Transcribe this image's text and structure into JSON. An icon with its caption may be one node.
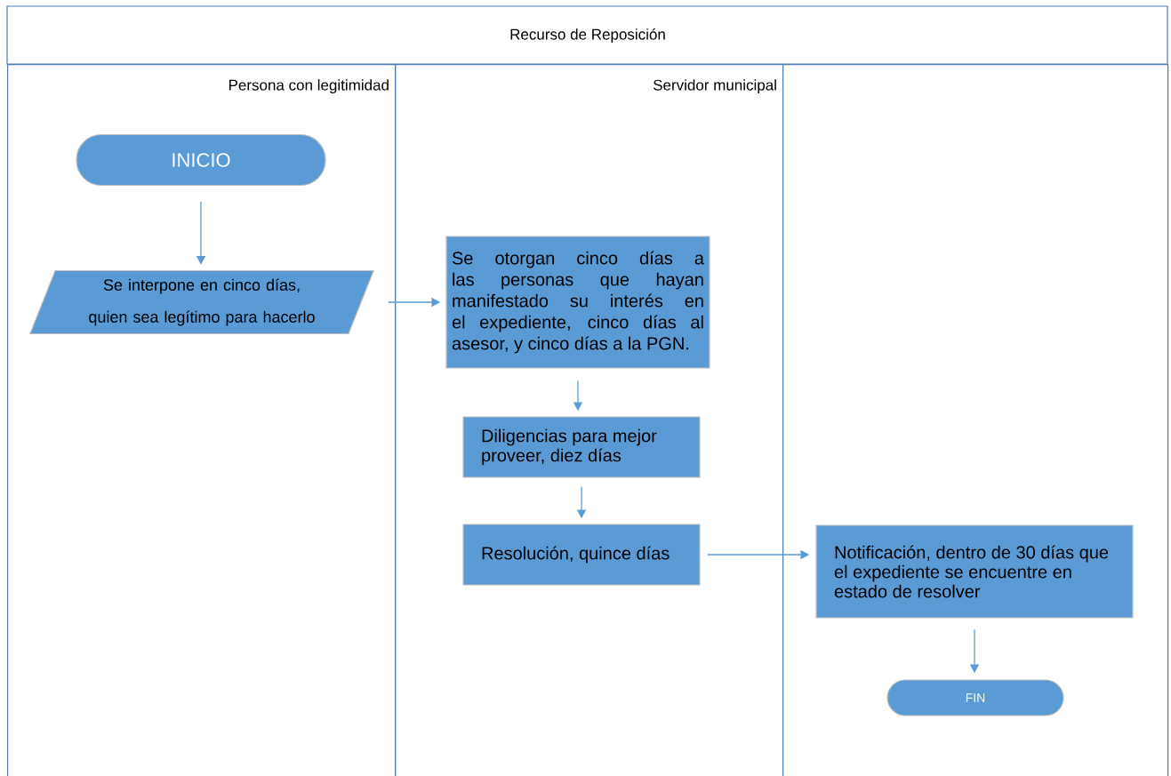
{
  "diagram": {
    "title": "Recurso de Reposición",
    "nodes": [
      {
        "text": [
          "Persona con legitimidad"
        ]
      },
      {
        "text": [
          "INICIO"
        ],
        "in": 0
      },
      {
        "text": [
          "Se interpone en cinco días, quien sea legítimo para hacerlo"
        ],
        "in": 0
      },
      {
        "text": [
          "Servidor municipal"
        ]
      },
      {
        "text": [
          "Se otorgan cinco días a las personas que hayan manifestado su interés en el expediente, cinco días al asesor, y cinco días a la PGN."
        ],
        "in": 3
      },
      {
        "text": [
          "Diligencias para mejor proveer, diez días"
        ],
        "in": 3
      },
      {
        "text": [
          "Resolución, quince días"
        ],
        "in": 3
      },
      {
        "text": [],
        "shape": "box"
      },
      {
        "text": [
          "Notificación, dentro de 30 días que el expediente se encuentre en estado de resolver"
        ],
        "in": 7
      },
      {
        "text": [
          "FIN"
        ],
        "in": 7
      }
    ],
    "edges": [
      {
        "from": 1,
        "to": 2,
        "arrow": "to"
      },
      {
        "from": 2,
        "to": 4,
        "arrow": "to"
      },
      {
        "from": 4,
        "to": 5,
        "arrow": "to"
      },
      {
        "from": 5,
        "to": 6,
        "arrow": "to"
      },
      {
        "from": 6,
        "to": 8,
        "arrow": "to"
      },
      {
        "from": 8,
        "to": 9,
        "arrow": "to"
      }
    ]
  }
}
